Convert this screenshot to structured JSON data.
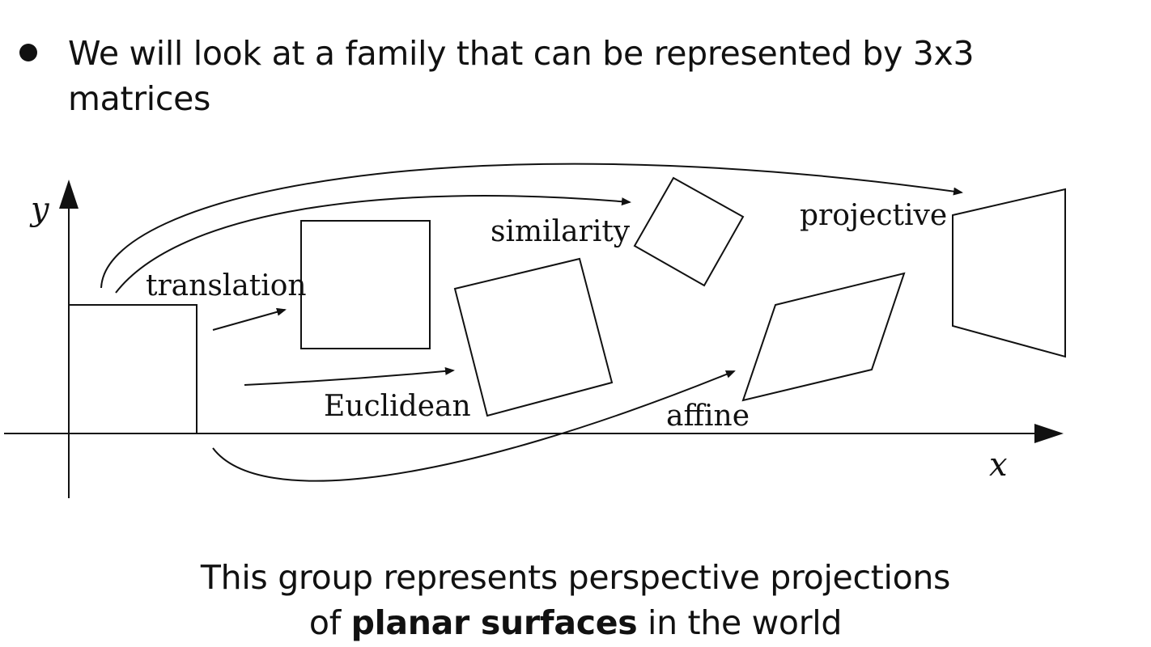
{
  "bullet": {
    "text": "We will look at a family that can be represented by 3x3 matrices"
  },
  "diagram": {
    "axis_x_label": "x",
    "axis_y_label": "y",
    "labels": {
      "translation": "translation",
      "euclidean": "Euclidean",
      "similarity": "similarity",
      "affine": "affine",
      "projective": "projective"
    }
  },
  "caption": {
    "line1": "This group represents perspective projections",
    "line2_prefix": "of ",
    "line2_bold": "planar surfaces",
    "line2_suffix": " in the world"
  }
}
